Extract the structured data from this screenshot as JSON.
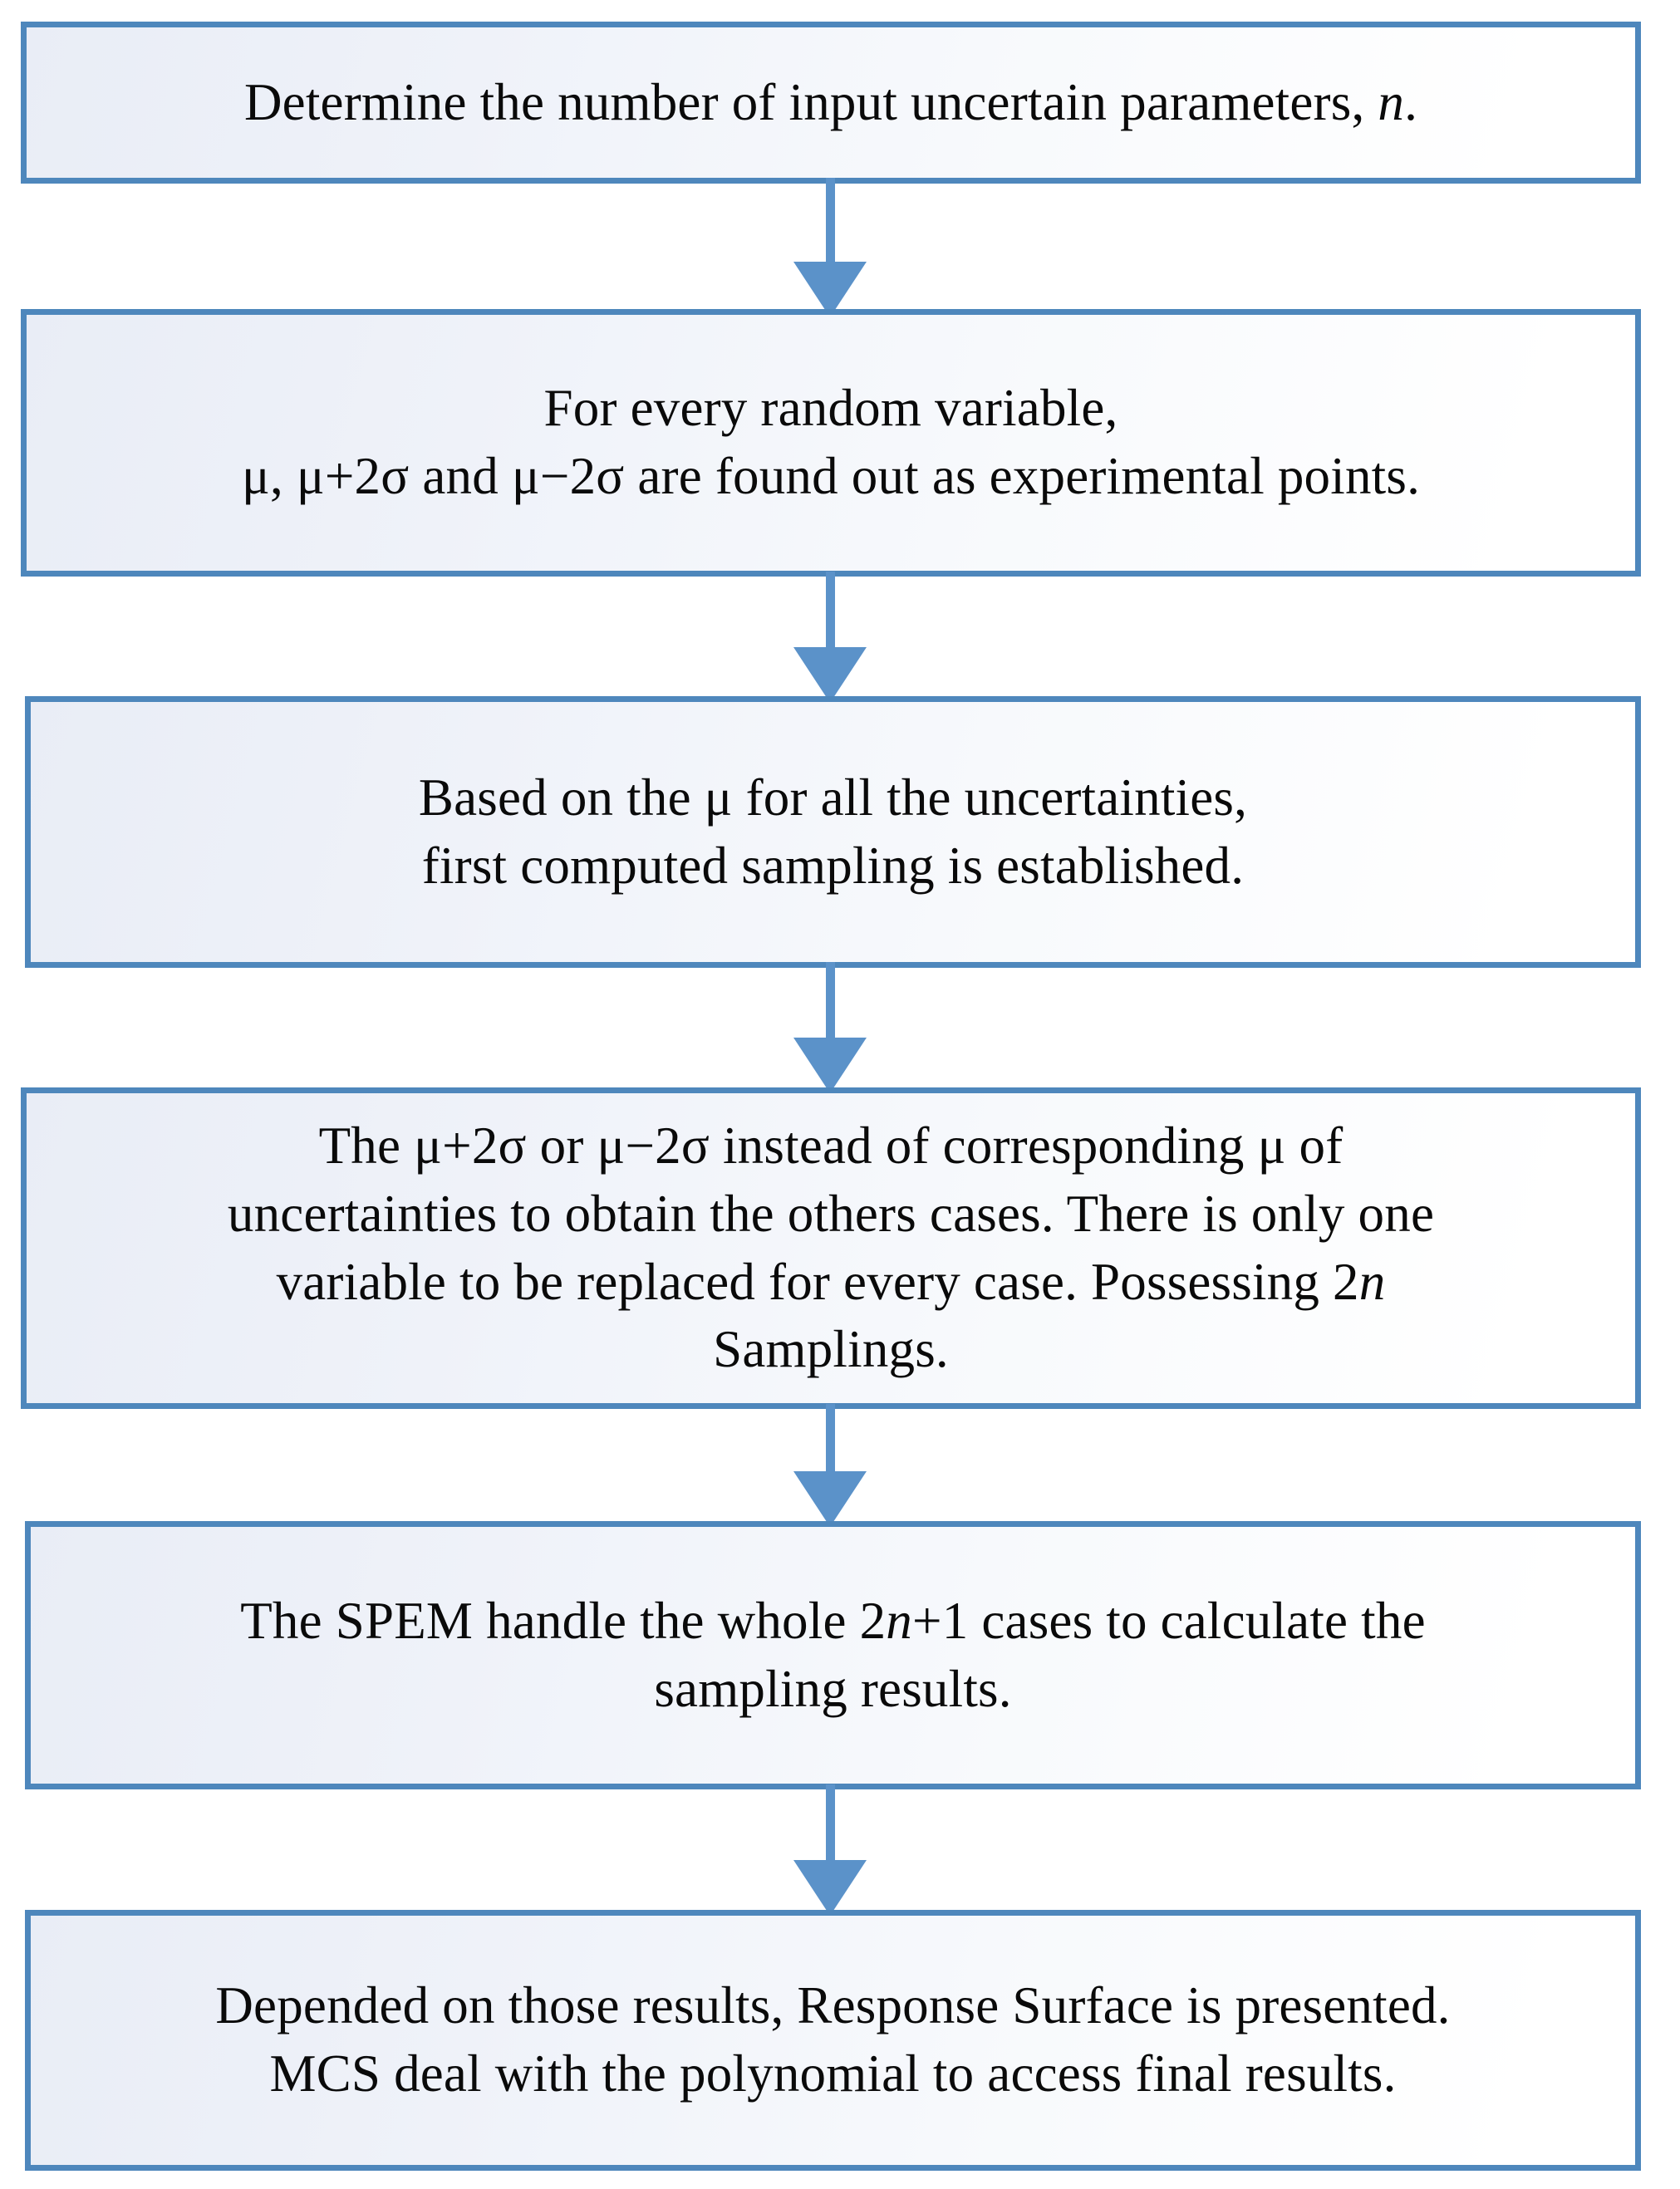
{
  "diagram": {
    "type": "flowchart",
    "orientation": "vertical-top-to-bottom",
    "colors": {
      "node_border": "#4E87BC",
      "node_fill_start": "#E9EDF6",
      "node_fill_end": "#FFFFFF",
      "arrow": "#5B92C9",
      "text": "#0A0A0A",
      "background": "#FFFFFF"
    },
    "nodes": [
      {
        "id": "step-1",
        "name": "determine-parameters-step",
        "lines": [
          {
            "pre": "Determine the number of input uncertain parameters, ",
            "italic": "n",
            "post": "."
          }
        ]
      },
      {
        "id": "step-2",
        "name": "experimental-points-step",
        "lines": [
          {
            "pre": "For every random variable,",
            "italic": "",
            "post": ""
          },
          {
            "pre": "μ, μ+2σ and  μ−2σ are found out as experimental points.",
            "italic": "",
            "post": ""
          }
        ]
      },
      {
        "id": "step-3",
        "name": "first-sampling-step",
        "lines": [
          {
            "pre": "Based on the μ for all the uncertainties,",
            "italic": "",
            "post": ""
          },
          {
            "pre": "first computed sampling is established.",
            "italic": "",
            "post": ""
          }
        ]
      },
      {
        "id": "step-4",
        "name": "replace-variable-step",
        "lines": [
          {
            "pre": "The μ+2σ or  μ−2σ instead of corresponding μ of",
            "italic": "",
            "post": ""
          },
          {
            "pre": "uncertainties to obtain the others cases. There is only one",
            "italic": "",
            "post": ""
          },
          {
            "pre": "variable to be replaced for every case. Possessing 2",
            "italic": "n",
            "post": ""
          },
          {
            "pre": "Samplings.",
            "italic": "",
            "post": ""
          }
        ]
      },
      {
        "id": "step-5",
        "name": "spem-calculation-step",
        "lines": [
          {
            "pre": "The SPEM handle the whole 2",
            "italic": "n",
            "post": "+1 cases to calculate the"
          },
          {
            "pre": "sampling results.",
            "italic": "",
            "post": ""
          }
        ]
      },
      {
        "id": "step-6",
        "name": "response-surface-mcs-step",
        "lines": [
          {
            "pre": "Depended on those results, Response Surface is presented.",
            "italic": "",
            "post": ""
          },
          {
            "pre": "MCS deal with the polynomial to access final results.",
            "italic": "",
            "post": ""
          }
        ]
      }
    ],
    "connectors": [
      {
        "name": "arrow-step1-to-step2",
        "from": "step-1",
        "to": "step-2",
        "glyph": "down-arrow-icon"
      },
      {
        "name": "arrow-step2-to-step3",
        "from": "step-2",
        "to": "step-3",
        "glyph": "down-arrow-icon"
      },
      {
        "name": "arrow-step3-to-step4",
        "from": "step-3",
        "to": "step-4",
        "glyph": "down-arrow-icon"
      },
      {
        "name": "arrow-step4-to-step5",
        "from": "step-4",
        "to": "step-5",
        "glyph": "down-arrow-icon"
      },
      {
        "name": "arrow-step5-to-step6",
        "from": "step-5",
        "to": "step-6",
        "glyph": "down-arrow-icon"
      }
    ]
  }
}
